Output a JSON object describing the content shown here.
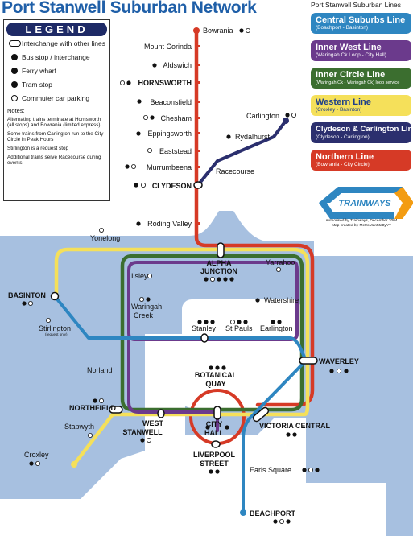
{
  "title": "Port Stanwell Suburban Network",
  "legend": {
    "heading": "LEGEND",
    "items": [
      {
        "symbol": "interchange-pill",
        "label": "Interchange with other lines"
      },
      {
        "symbol": "bus-icon",
        "label": "Bus stop / interchange"
      },
      {
        "symbol": "ferry-icon",
        "label": "Ferry wharf"
      },
      {
        "symbol": "tram-icon",
        "label": "Tram stop"
      },
      {
        "symbol": "parking-icon",
        "label": "Commuter car parking"
      }
    ],
    "notes_heading": "Notes:",
    "notes": [
      "Alternating trains terminate at Hornsworth (all stops) and Bowrania (limited express)",
      "Some trains from Carlington run to the City Circle in Peak Hours",
      "Stirlington is a request stop",
      "Additional trains serve Racecourse during events"
    ]
  },
  "lines_panel": {
    "title": "Port Stanwell Suburban Lines",
    "lines": [
      {
        "name": "Central Suburbs Line",
        "route": "(Boachport - Basinton)",
        "color": "#2e86c1",
        "text_color": "#ffffff"
      },
      {
        "name": "Inner West Line",
        "route": "(Waringah Ck Loop - City Hall)",
        "color": "#6b3a8c",
        "text_color": "#ffffff"
      },
      {
        "name": "Inner Circle Line",
        "route": "(Waringah Ck - Waringah Ck) loop service",
        "color": "#3b6e2f",
        "text_color": "#ffffff"
      },
      {
        "name": "Western Line",
        "route": "(Croxley - Basinton)",
        "color": "#f5e05a",
        "text_color": "#1f3f8a"
      },
      {
        "name": "Clydeson & Carlington Line",
        "route": "(Clydeson - Carlington)",
        "color": "#2b2f6e",
        "text_color": "#ffffff"
      },
      {
        "name": "Northern Line",
        "route": "(Bowrania - City Circle)",
        "color": "#d63a26",
        "text_color": "#ffffff"
      }
    ]
  },
  "brand": {
    "logo_text": "TRAINWAYS",
    "credit_1": "Authorised by Trainways, December 2004",
    "credit_2": "Map created by MetroManMattyYT"
  },
  "colors": {
    "water": "#a7c0e0",
    "red": "#d63a26",
    "blue": "#2e86c1",
    "purple": "#6b3a8c",
    "green": "#3b6e2f",
    "yellow": "#f5e05a",
    "navy": "#2b2f6e",
    "title": "#1f5fa8"
  },
  "stations": {
    "bowrania": "Bowrania",
    "mount_corinda": "Mount Corinda",
    "aldswich": "Aldswich",
    "hornsworth": "HORNSWORTH",
    "beaconsfield": "Beaconsfield",
    "chesham": "Chesham",
    "eppingsworth": "Eppingsworth",
    "eaststead": "Eaststead",
    "murrumbeena": "Murrumbeena",
    "clydeson": "CLYDESON",
    "carlington": "Carlington",
    "rydalhurst": "Rydalhurst",
    "racecourse": "Racecourse",
    "roding_valley": "Roding Valley",
    "yonelong": "Yonelong",
    "alpha_junction_1": "ALPHA",
    "alpha_junction_2": "JUNCTION",
    "yarrahoo": "Yarrahoo",
    "ilsley": "Ilsley",
    "waringah_creek_1": "Waringah",
    "waringah_creek_2": "Creek",
    "watershire": "Watershire",
    "basinton": "BASINTON",
    "stirlington": "Stirlington",
    "stirlington_note": "(request only)",
    "stanley": "Stanley",
    "st_pauls": "St Pauls",
    "earlington": "Earlington",
    "waverley": "WAVERLEY",
    "norland": "Norland",
    "botanical_quay_1": "BOTANICAL",
    "botanical_quay_2": "QUAY",
    "northfield": "NORTHFIELD",
    "west_stanwell_1": "WEST",
    "west_stanwell_2": "STANWELL",
    "city_hall_1": "CITY",
    "city_hall_2": "HALL",
    "victoria_central": "VICTORIA CENTRAL",
    "stapwyth": "Stapwyth",
    "liverpool_street_1": "LIVERPOOL",
    "liverpool_street_2": "STREET",
    "croxley": "Croxley",
    "earls_square": "Earls Square",
    "beachport": "BEACHPORT"
  }
}
